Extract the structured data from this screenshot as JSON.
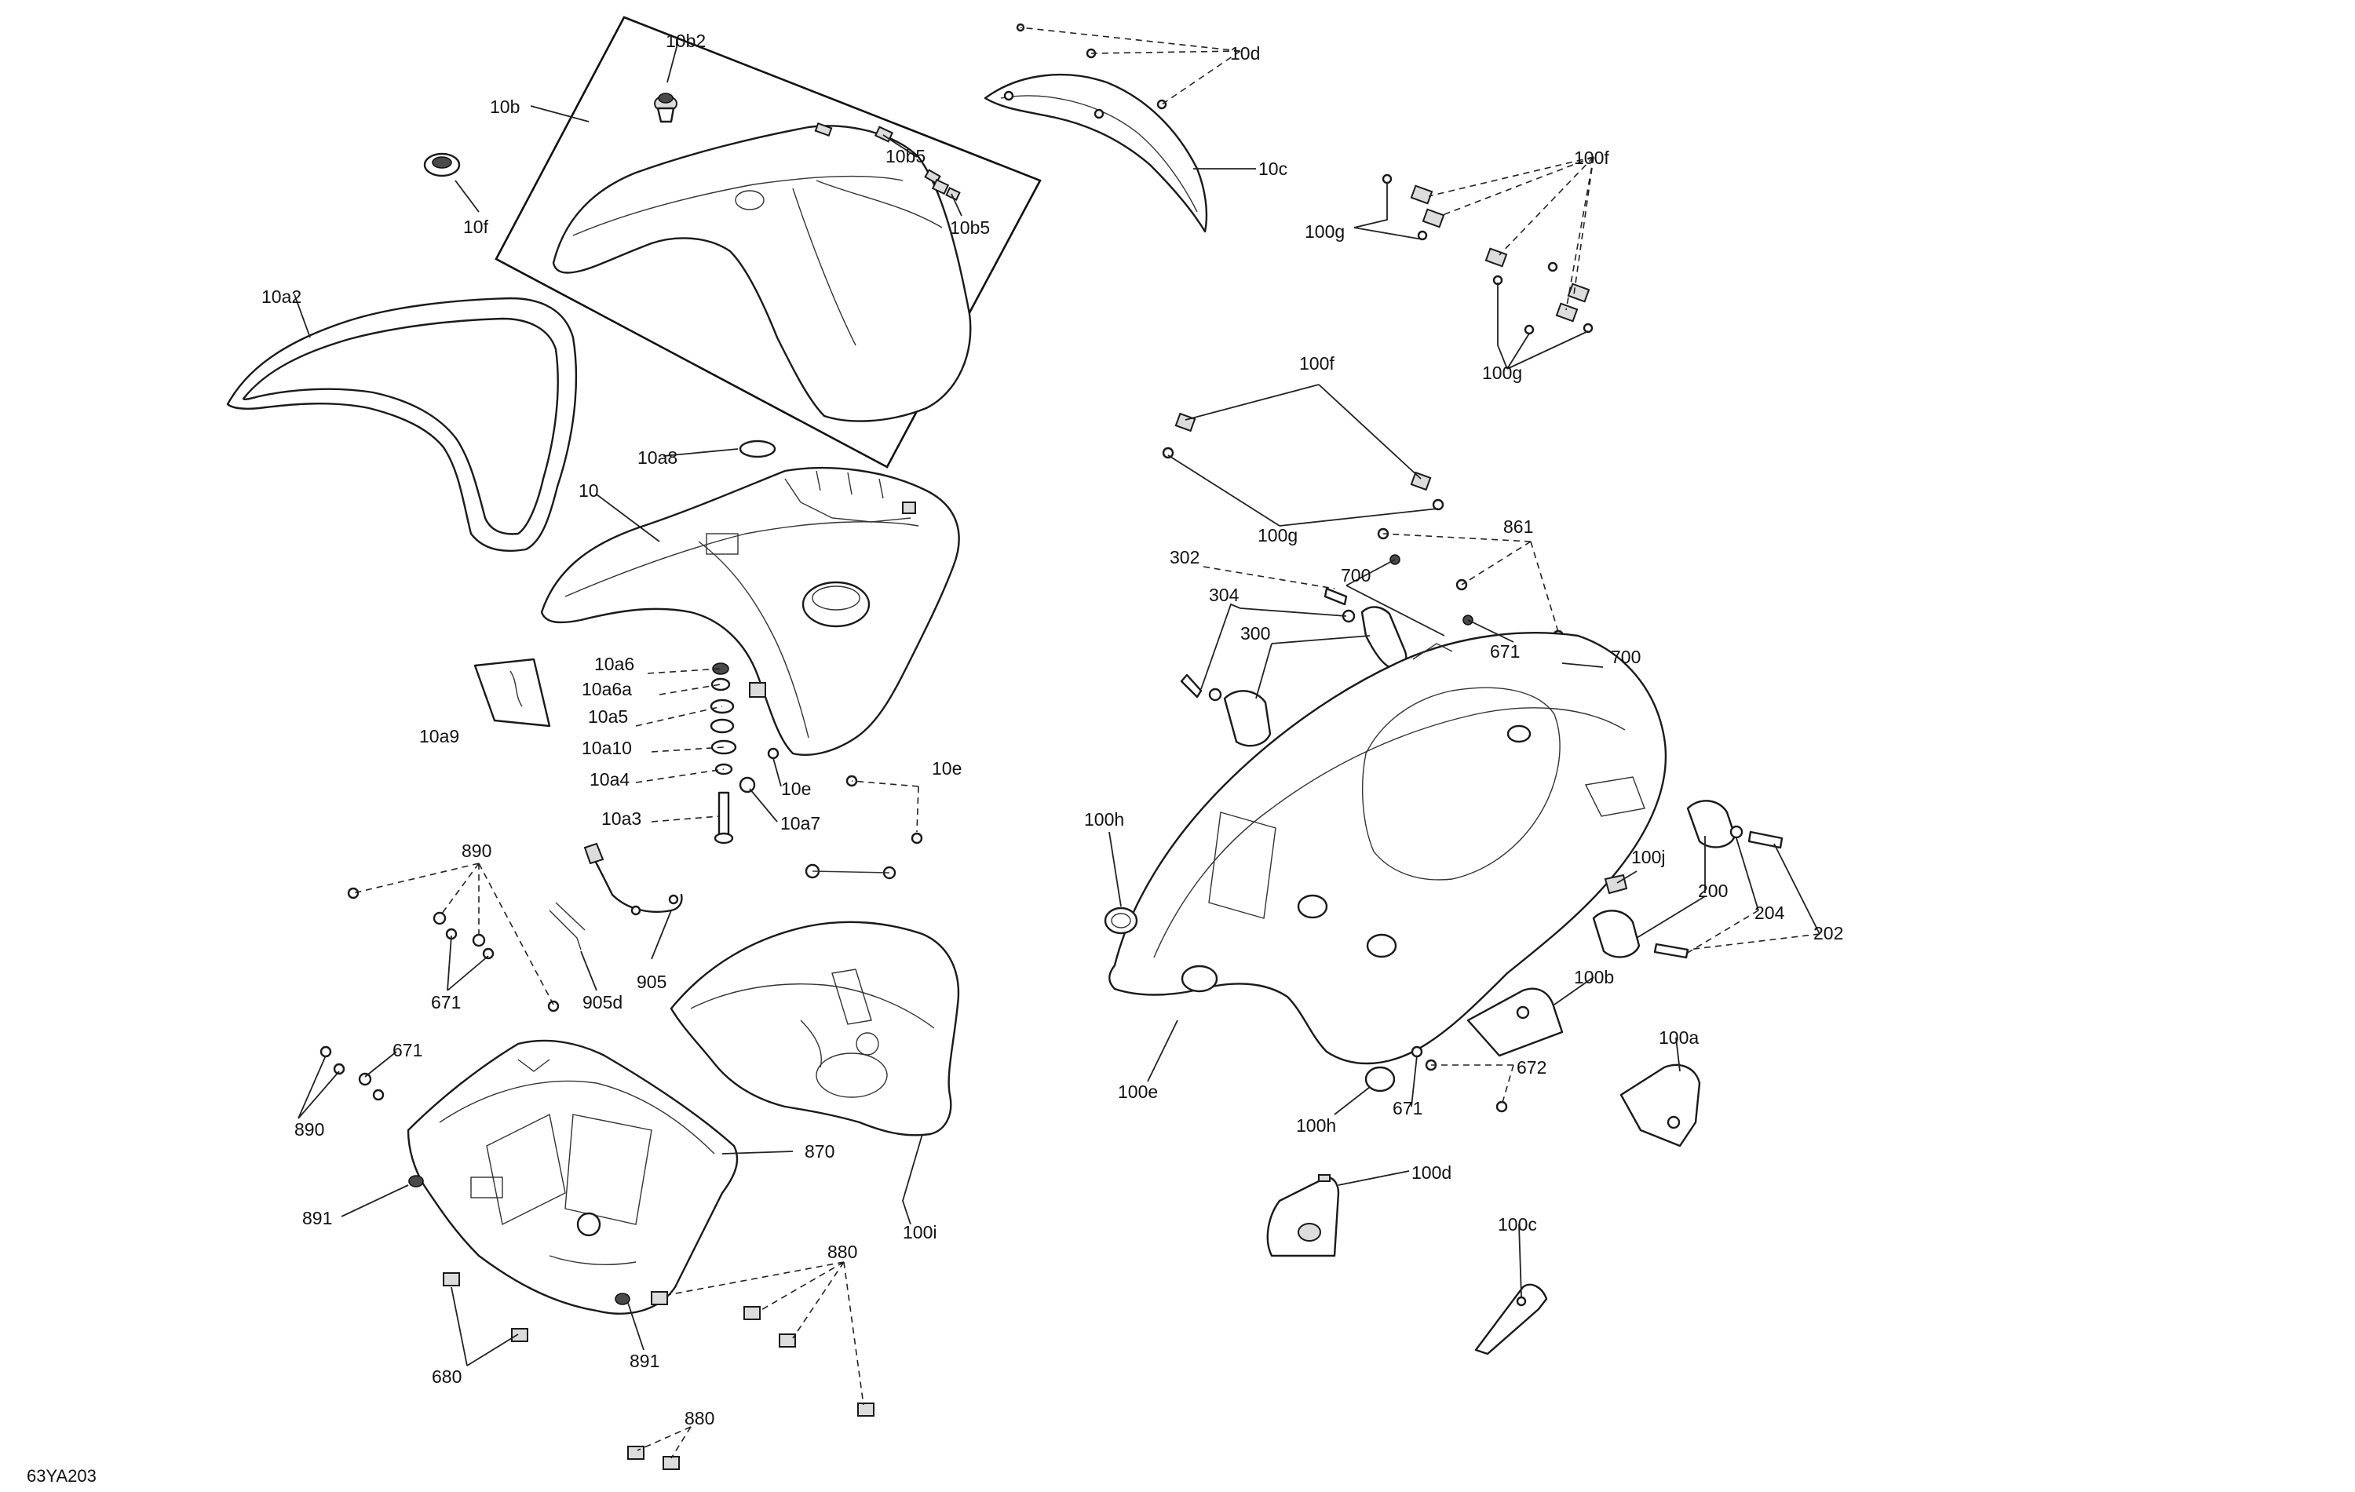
{
  "diagram_code": "63YA203",
  "labels": {
    "l_10b2": "10b2",
    "l_10b": "10b",
    "l_10b5a": "10b5",
    "l_10b5b": "10b5",
    "l_10f": "10f",
    "l_10d": "10d",
    "l_10c": "10c",
    "l_100f_top": "100f",
    "l_100g_a": "100g",
    "l_100g_b": "100g",
    "l_10a2": "10a2",
    "l_100f_mid": "100f",
    "l_100g_mid": "100g",
    "l_10a8": "10a8",
    "l_10": "10",
    "l_861": "861",
    "l_302": "302",
    "l_700a": "700",
    "l_304": "304",
    "l_300": "300",
    "l_671_r": "671",
    "l_700b": "700",
    "l_10a6": "10a6",
    "l_10a6a": "10a6a",
    "l_10a5": "10a5",
    "l_10a9": "10a9",
    "l_10a10": "10a10",
    "l_10a4": "10a4",
    "l_10e_a": "10e",
    "l_10e_b": "10e",
    "l_10a3": "10a3",
    "l_10a7": "10a7",
    "l_100h_a": "100h",
    "l_890_a": "890",
    "l_100j": "100j",
    "l_200": "200",
    "l_204": "204",
    "l_202": "202",
    "l_671_l": "671",
    "l_905d": "905d",
    "l_905": "905",
    "l_100b": "100b",
    "l_100a": "100a",
    "l_671_ml": "671",
    "l_890_b": "890",
    "l_100e": "100e",
    "l_672": "672",
    "l_671_b": "671",
    "l_100h_b": "100h",
    "l_870": "870",
    "l_100d": "100d",
    "l_891_a": "891",
    "l_100i": "100i",
    "l_100c": "100c",
    "l_880_a": "880",
    "l_891_b": "891",
    "l_680": "680",
    "l_880_b": "880"
  }
}
